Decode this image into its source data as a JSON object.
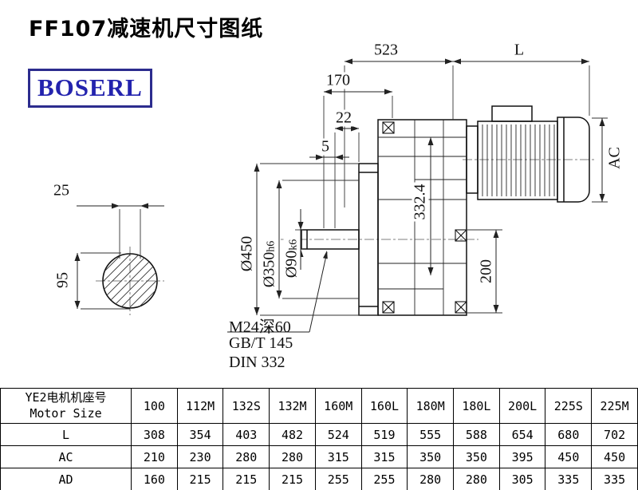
{
  "page": {
    "title": "FF107减速机尺寸图纸",
    "logo": "BOSERL"
  },
  "drawing": {
    "dim_523": "523",
    "dim_L": "L",
    "dim_170": "170",
    "dim_22": "22",
    "dim_5": "5",
    "dim_AC": "AC",
    "dim_332_4": "332.4",
    "dim_200": "200",
    "dim_d450": "Ø450",
    "dim_d350": {
      "main": "Ø350",
      "suffix": "h6"
    },
    "dim_d90": {
      "main": "Ø90",
      "suffix": "k6"
    },
    "dim_25": "25",
    "dim_95": "95",
    "note_thread": "M24深60",
    "note_gbt": "GB/T 145",
    "note_din": "DIN 332"
  },
  "table": {
    "header_cn": "YE2电机机座号",
    "header_en": "Motor Size",
    "columns": [
      "100",
      "112M",
      "132S",
      "132M",
      "160M",
      "160L",
      "180M",
      "180L",
      "200L",
      "225S",
      "225M"
    ],
    "rows": [
      {
        "label": "L",
        "values": [
          "308",
          "354",
          "403",
          "482",
          "524",
          "519",
          "555",
          "588",
          "654",
          "680",
          "702"
        ]
      },
      {
        "label": "AC",
        "values": [
          "210",
          "230",
          "280",
          "280",
          "315",
          "315",
          "350",
          "350",
          "395",
          "450",
          "450"
        ]
      },
      {
        "label": "AD",
        "values": [
          "160",
          "215",
          "215",
          "215",
          "255",
          "255",
          "280",
          "280",
          "305",
          "335",
          "335"
        ]
      }
    ]
  }
}
